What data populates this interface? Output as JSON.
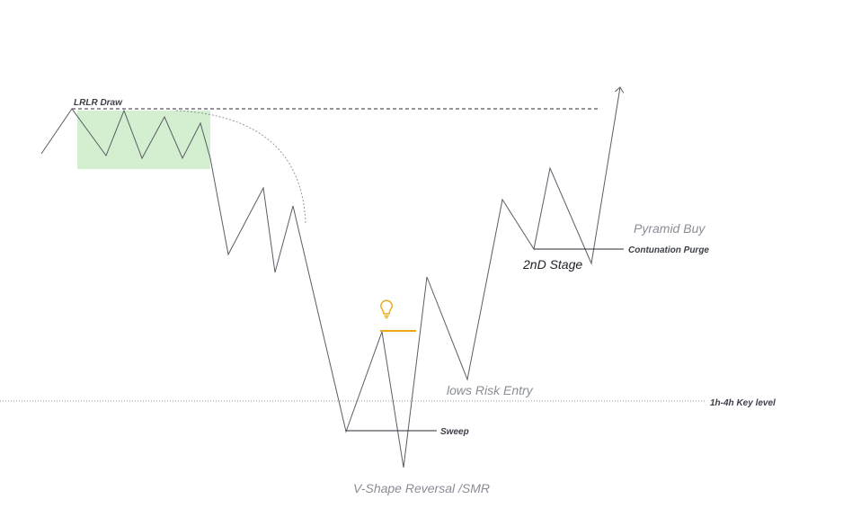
{
  "labels": {
    "lrlr_draw": "LRLR Draw",
    "pyramid_buy": "Pyramid Buy",
    "continuation_purge": "Contunation Purge",
    "second_stage": "2nD Stage",
    "lows_risk_entry": "lows Risk Entry",
    "key_level": "1h-4h Key level",
    "sweep": "Sweep",
    "v_shape_reversal": "V-Shape Reversal /SMR"
  },
  "icons": {
    "idea": "lightbulb-icon"
  },
  "colors": {
    "price_line": "#5a5d66",
    "highlight_box": "#cdebc8",
    "idea_accent": "#e6a817",
    "key_level_line": "#9a9da6"
  }
}
